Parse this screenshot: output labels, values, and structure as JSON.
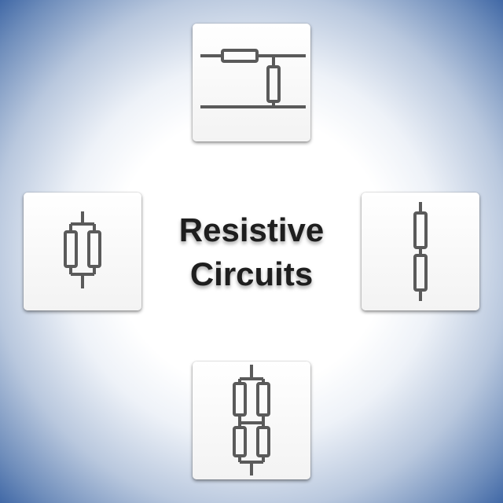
{
  "title": {
    "line1": "Resistive",
    "line2": "Circuits"
  },
  "tiles": [
    {
      "position": "top",
      "icon": "resistor-divider-icon"
    },
    {
      "position": "left",
      "icon": "parallel-resistors-icon"
    },
    {
      "position": "right",
      "icon": "series-resistors-icon"
    },
    {
      "position": "bottom",
      "icon": "series-parallel-resistors-icon"
    }
  ],
  "colors": {
    "background_center": "#ffffff",
    "background_edge": "#1a4288",
    "tile": "#f7f7f7",
    "icon_stroke": "#5a5a5a",
    "title_text": "#1e1e1e"
  }
}
